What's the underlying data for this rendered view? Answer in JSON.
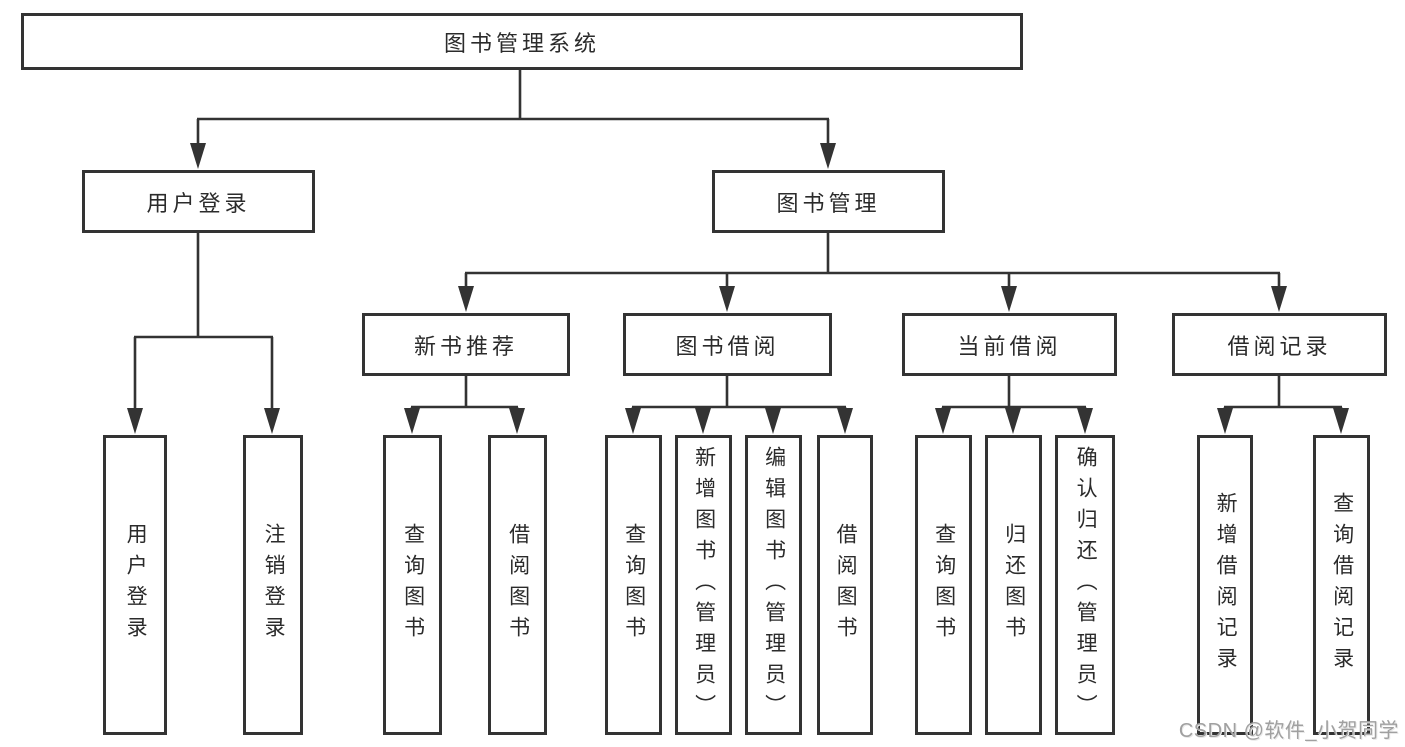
{
  "tree": {
    "root": "图书管理系统",
    "branches": [
      {
        "label": "用户登录",
        "children": [
          "用户登录",
          "注销登录"
        ]
      },
      {
        "label": "图书管理",
        "groups": [
          {
            "label": "新书推荐",
            "children": [
              "查询图书",
              "借阅图书"
            ]
          },
          {
            "label": "图书借阅",
            "children": [
              "查询图书",
              "新增图书（管理员）",
              "编辑图书（管理员）",
              "借阅图书"
            ]
          },
          {
            "label": "当前借阅",
            "children": [
              "查询图书",
              "归还图书",
              "确认归还（管理员）"
            ]
          },
          {
            "label": "借阅记录",
            "children": [
              "新增借阅记录",
              "查询借阅记录"
            ]
          }
        ]
      }
    ]
  },
  "watermark": "CSDN @软件_小贺同学",
  "colors": {
    "line": "#333333",
    "text": "#2b2b2b",
    "watermark": "#a0a0a0",
    "background": "#ffffff"
  }
}
